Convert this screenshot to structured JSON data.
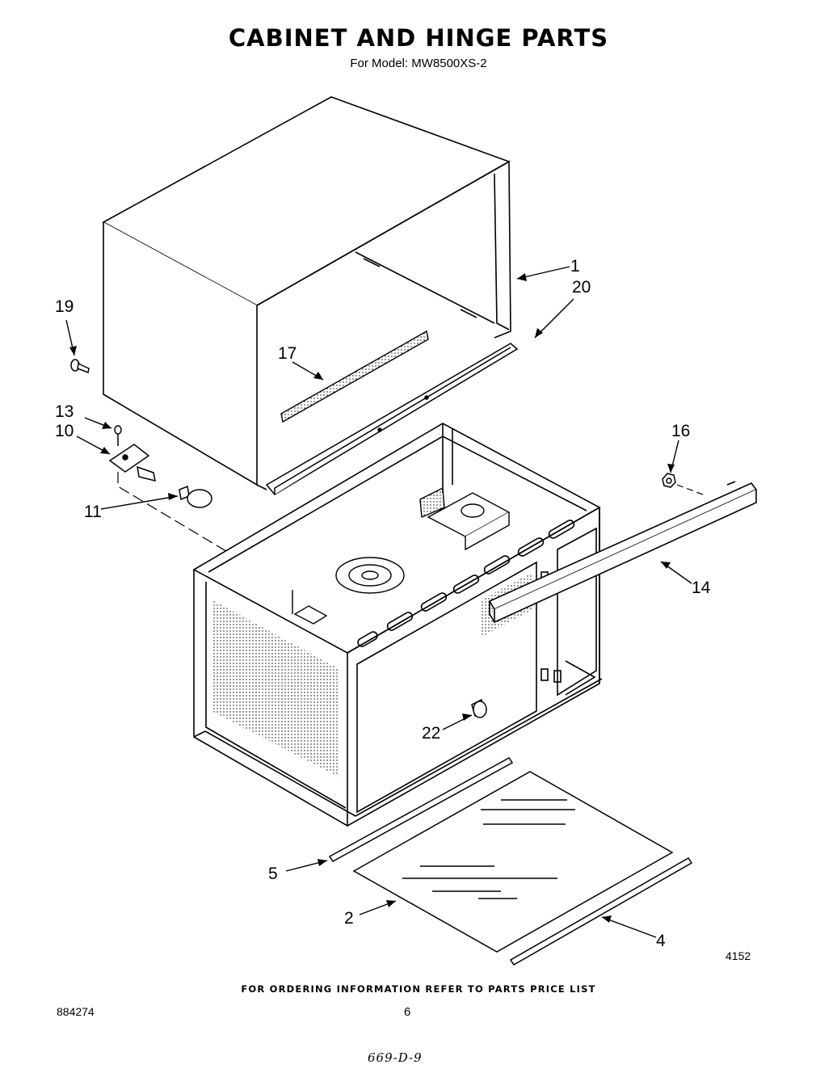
{
  "header": {
    "title": "CABINET AND HINGE PARTS",
    "subtitle": "For Model: MW8500XS-2"
  },
  "callouts": {
    "c1": "1",
    "c20": "20",
    "c19": "19",
    "c17": "17",
    "c13": "13",
    "c10": "10",
    "c11": "11",
    "c16": "16",
    "c14": "14",
    "c22": "22",
    "c5": "5",
    "c2": "2",
    "c4": "4"
  },
  "figure_ref": "4152",
  "footer": {
    "ordering_note": "FOR ORDERING INFORMATION REFER TO PARTS PRICE LIST",
    "doc_number": "884274",
    "page_number": "6",
    "handwritten_code": "669-D-9"
  }
}
